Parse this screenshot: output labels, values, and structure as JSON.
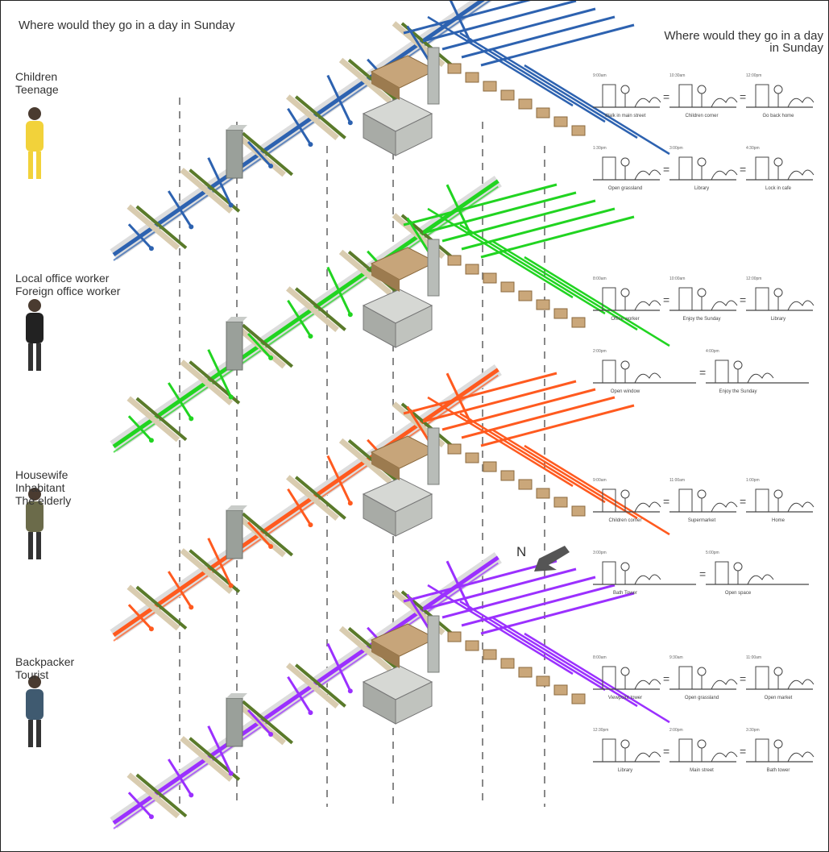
{
  "title_left": "Where would they go in a day in Sunday",
  "title_right": "Where would they go in a day\nin Sunday",
  "north_label": "N",
  "groups": [
    {
      "label": "Children\nTeenage",
      "color": "#2d62b0",
      "sketches": {
        "captions": [
          "Walk in main street",
          "Children corner",
          "Go back home",
          "Open grassland",
          "Library",
          "Lock in cafe"
        ],
        "times": [
          "9:00am",
          "10:30am",
          "12:00pm",
          "1:30pm",
          "3:00pm",
          "4:30pm"
        ]
      }
    },
    {
      "label": "Local office worker\nForeign office worker",
      "color": "#21d421",
      "sketches": {
        "captions": [
          "Office worker",
          "Enjoy the Sunday",
          "Library",
          "Open window",
          "Enjoy the Sunday"
        ],
        "times": [
          "8:00am",
          "10:00am",
          "12:00pm",
          "2:00pm",
          "4:00pm"
        ]
      }
    },
    {
      "label": "Housewife\nInhabitant\nThe elderly",
      "color": "#ff5a1f",
      "sketches": {
        "captions": [
          "Children corner",
          "Supermarket",
          "Home",
          "Bath Tower",
          "Open space"
        ],
        "times": [
          "9:00am",
          "11:00am",
          "1:00pm",
          "3:00pm",
          "5:00pm"
        ]
      }
    },
    {
      "label": "Backpacker\nTourist",
      "color": "#9b30ff",
      "sketches": {
        "captions": [
          "Viewpoint tower",
          "Open grassland",
          "Open market",
          "Library",
          "Main street",
          "Bath tower"
        ],
        "times": [
          "8:00am",
          "9:30am",
          "11:00am",
          "12:30pm",
          "2:00pm",
          "3:30pm"
        ]
      }
    }
  ]
}
